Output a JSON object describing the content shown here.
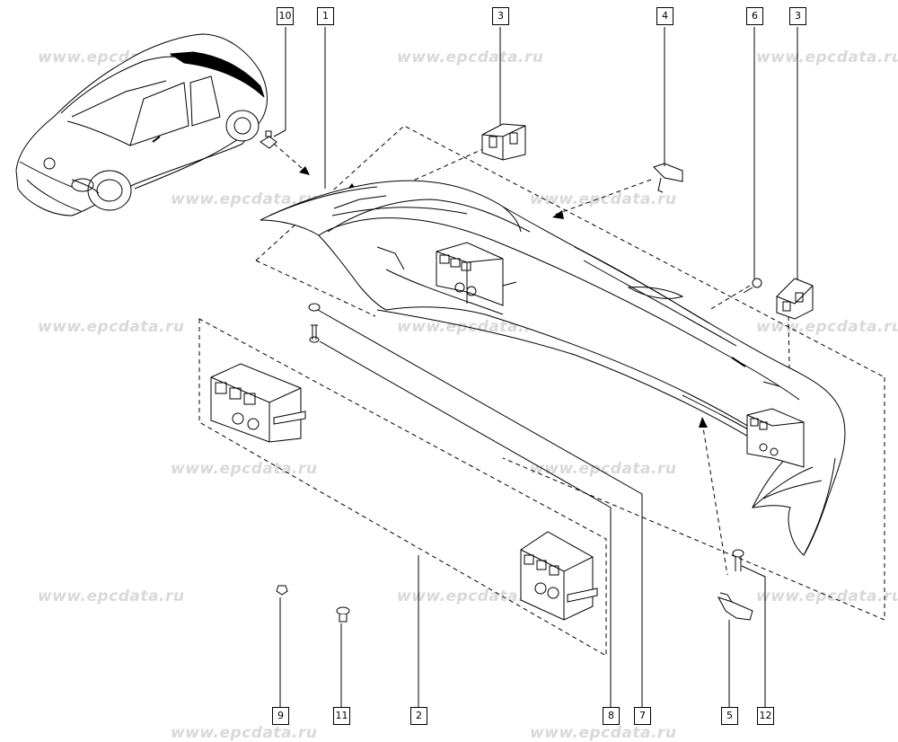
{
  "watermark": "www.epcdata.ru",
  "callouts": {
    "c10": "10",
    "c1": "1",
    "c3a": "3",
    "c4": "4",
    "c6": "6",
    "c3b": "3",
    "c9": "9",
    "c11": "11",
    "c2": "2",
    "c8": "8",
    "c7": "7",
    "c5": "5",
    "c12": "12"
  }
}
